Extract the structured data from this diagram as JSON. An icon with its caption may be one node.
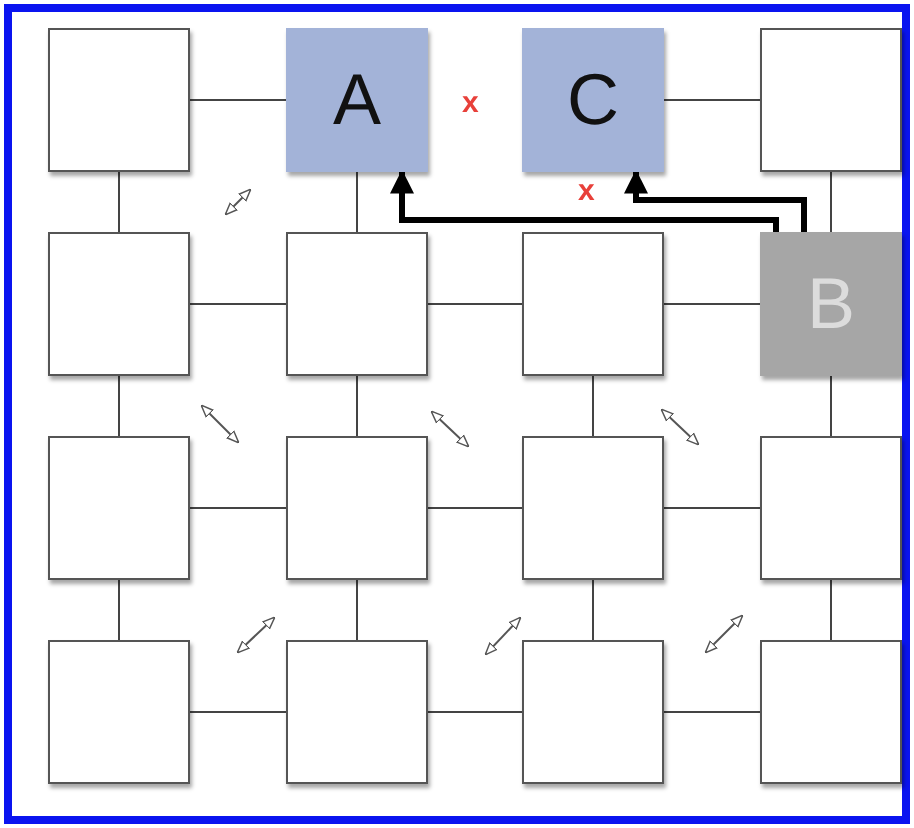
{
  "diagram": {
    "nodes": [
      {
        "text": [],
        "shape": "box"
      },
      {
        "text": [
          "A"
        ]
      },
      {
        "text": [
          "C"
        ]
      },
      {
        "text": [],
        "shape": "box"
      },
      {
        "text": [],
        "shape": "box"
      },
      {
        "text": [],
        "shape": "box"
      },
      {
        "text": [],
        "shape": "box"
      },
      {
        "text": [
          "B"
        ]
      },
      {
        "text": [],
        "shape": "box"
      },
      {
        "text": [],
        "shape": "box"
      },
      {
        "text": [],
        "shape": "box"
      },
      {
        "text": [],
        "shape": "box"
      },
      {
        "text": [],
        "shape": "box"
      },
      {
        "text": [],
        "shape": "box"
      },
      {
        "text": [],
        "shape": "box"
      },
      {
        "text": [],
        "shape": "box"
      }
    ],
    "edges": [
      {
        "from": 0,
        "to": 1,
        "arrow": "none"
      },
      {
        "from": 2,
        "to": 3,
        "arrow": "none"
      },
      {
        "from": 4,
        "to": 5,
        "arrow": "none"
      },
      {
        "from": 5,
        "to": 6,
        "arrow": "none"
      },
      {
        "from": 6,
        "to": 7,
        "arrow": "none"
      },
      {
        "from": 8,
        "to": 9,
        "arrow": "none"
      },
      {
        "from": 9,
        "to": 10,
        "arrow": "none"
      },
      {
        "from": 10,
        "to": 11,
        "arrow": "none"
      },
      {
        "from": 12,
        "to": 13,
        "arrow": "none"
      },
      {
        "from": 13,
        "to": 14,
        "arrow": "none"
      },
      {
        "from": 14,
        "to": 15,
        "arrow": "none"
      },
      {
        "from": 0,
        "to": 4,
        "arrow": "none"
      },
      {
        "from": 4,
        "to": 8,
        "arrow": "none"
      },
      {
        "from": 8,
        "to": 12,
        "arrow": "none"
      },
      {
        "from": 1,
        "to": 5,
        "arrow": "none"
      },
      {
        "from": 5,
        "to": 9,
        "arrow": "none"
      },
      {
        "from": 9,
        "to": 13,
        "arrow": "none"
      },
      {
        "from": 6,
        "to": 10,
        "arrow": "none"
      },
      {
        "from": 10,
        "to": 14,
        "arrow": "none"
      },
      {
        "from": 3,
        "to": 7,
        "arrow": "none"
      },
      {
        "from": 7,
        "to": 11,
        "arrow": "none"
      },
      {
        "from": 11,
        "to": 15,
        "arrow": "none"
      },
      {
        "from": 7,
        "to": 1,
        "arrow": "to",
        "style": "thick"
      },
      {
        "from": 7,
        "to": 2,
        "arrow": "to",
        "style": "thick"
      }
    ],
    "labels": [
      "x",
      "x"
    ]
  }
}
